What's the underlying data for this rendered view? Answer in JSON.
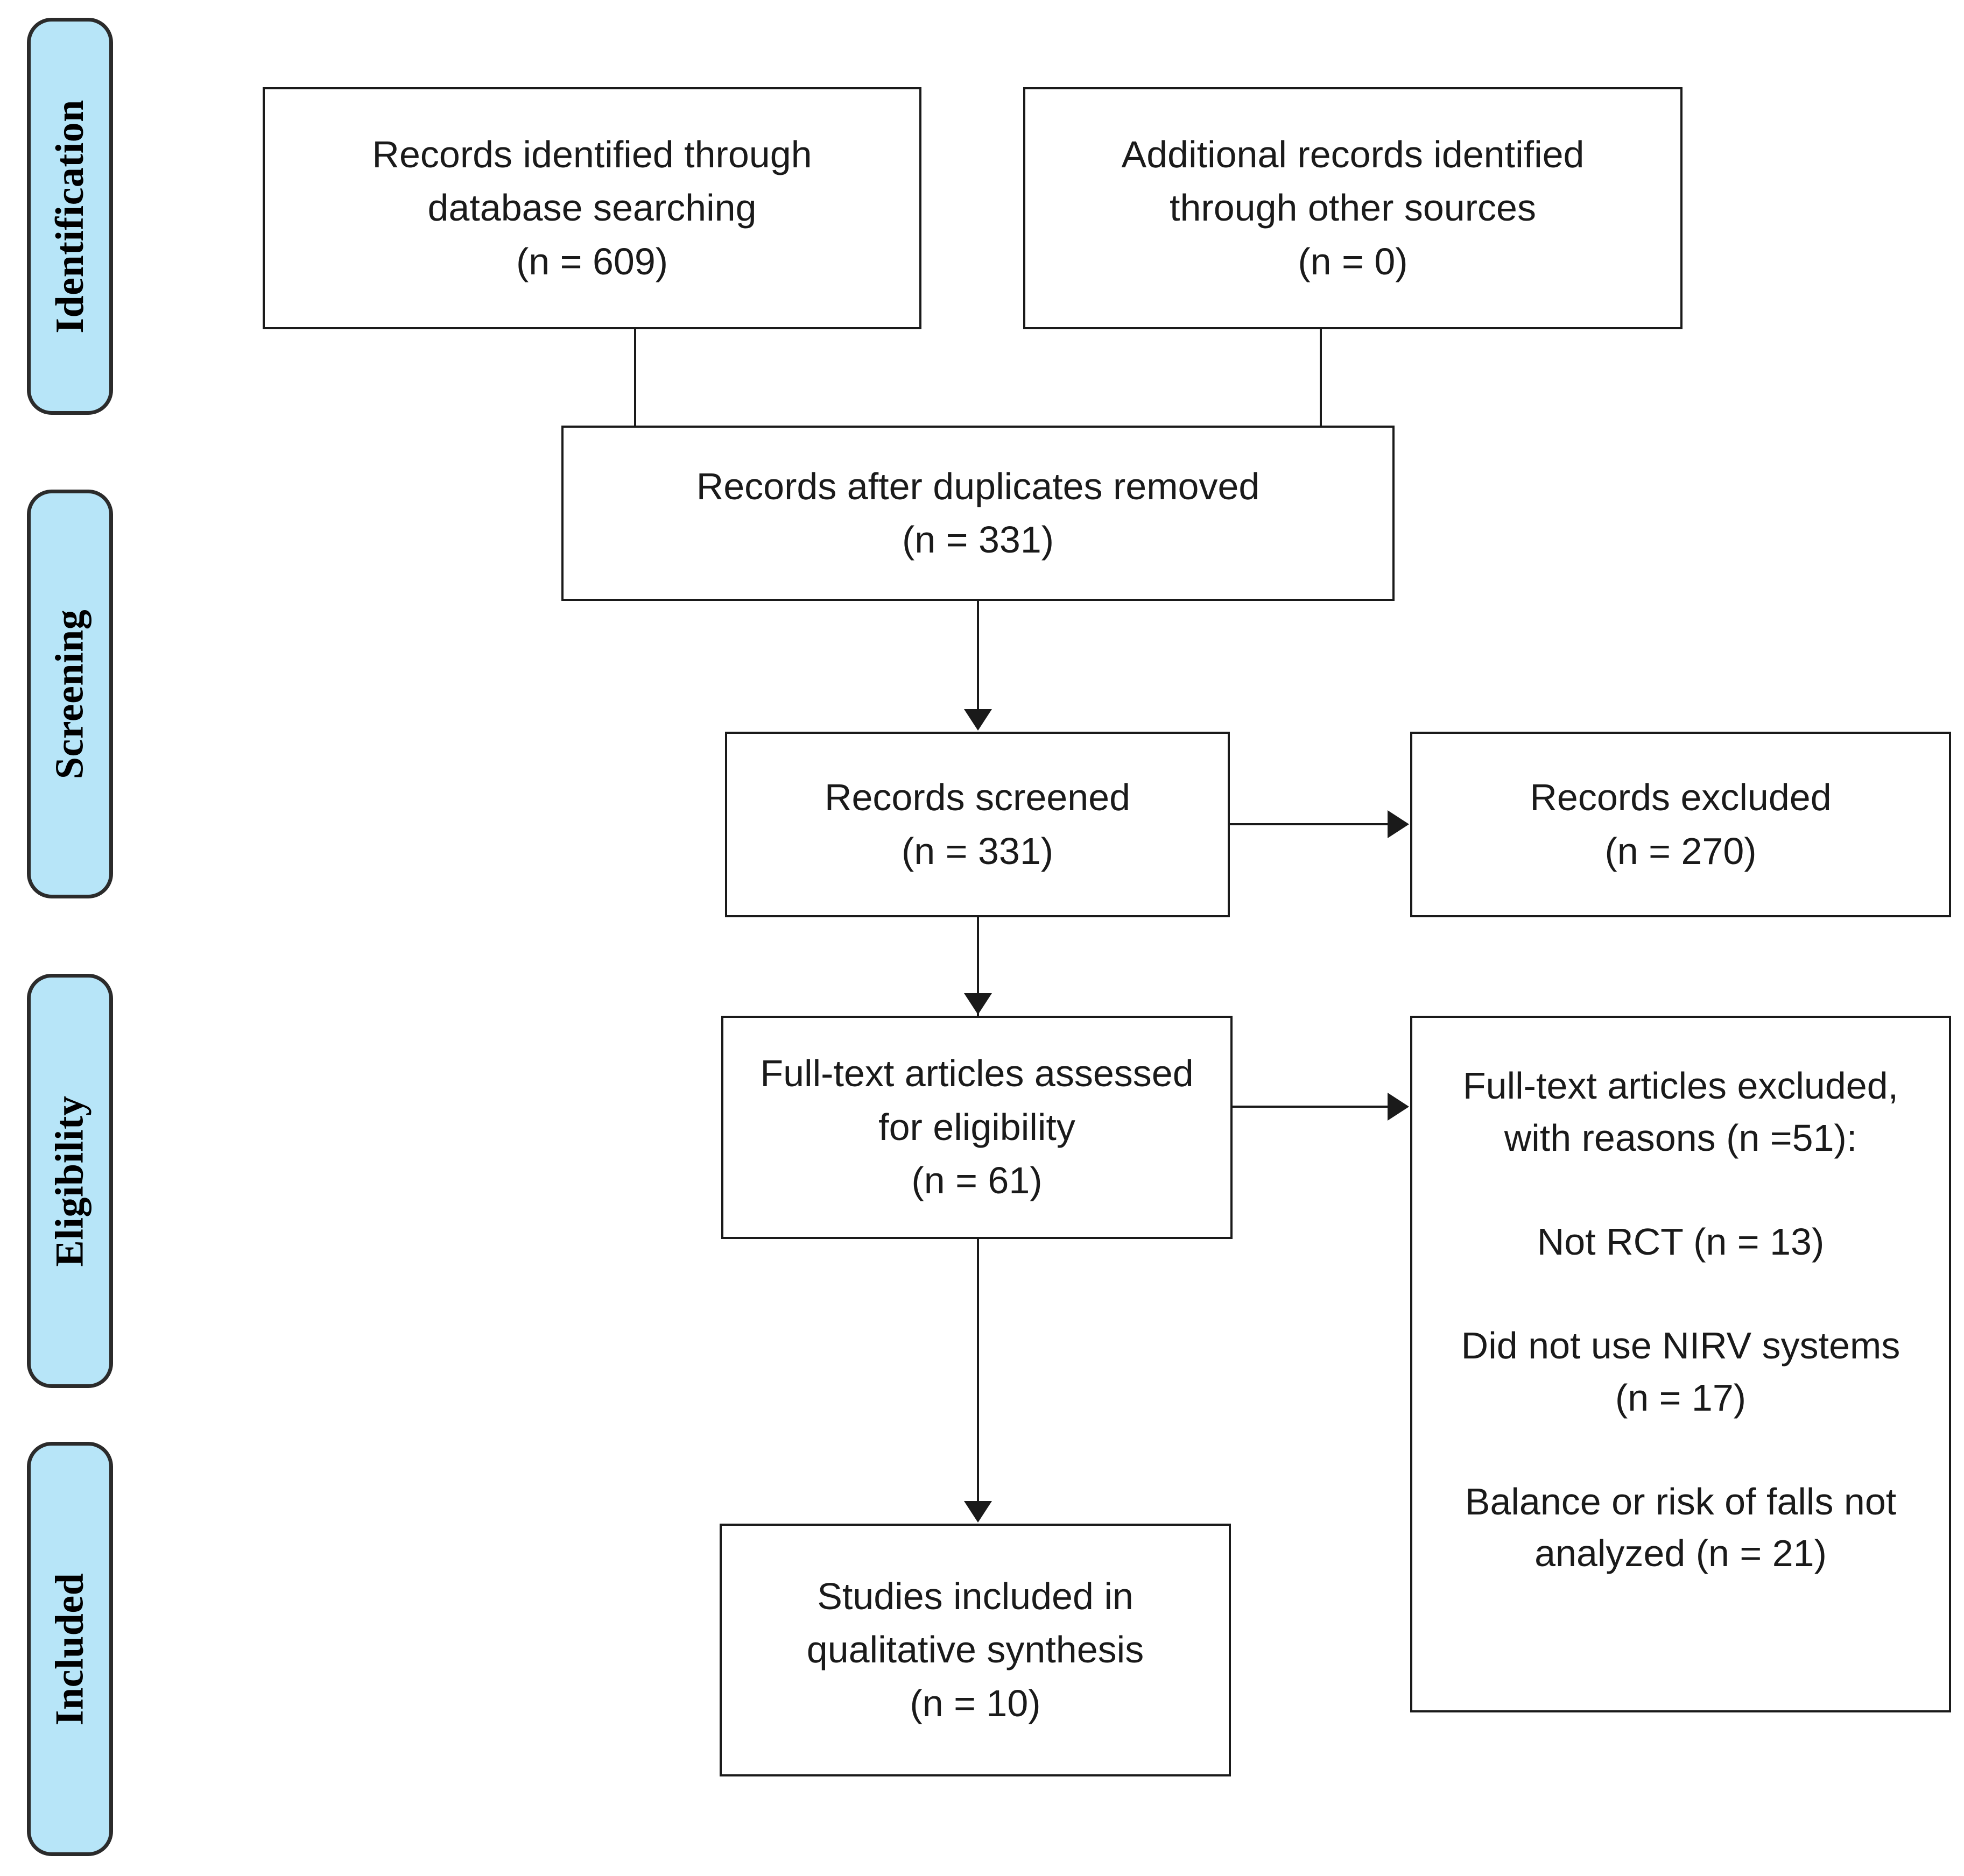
{
  "diagram": {
    "title": "PRISMA flow diagram",
    "accent_color": "#b7e5f8",
    "border_color": "#1a1a1a",
    "background_color": "#ffffff"
  },
  "stages": [
    {
      "id": "identification",
      "label": "Identification"
    },
    {
      "id": "screening",
      "label": "Screening"
    },
    {
      "id": "eligibility",
      "label": "Eligibility"
    },
    {
      "id": "included",
      "label": "Included"
    }
  ],
  "boxes": {
    "records_database": {
      "id": "records-identified-database",
      "text": "Records identified through\ndatabase searching\n(n = 609)",
      "count": 609
    },
    "records_other": {
      "id": "additional-records-other-sources",
      "text": "Additional records identified\nthrough other sources\n(n = 0)",
      "count": 0
    },
    "after_duplicates": {
      "id": "records-after-duplicates-removed",
      "text": "Records after duplicates removed\n(n = 331)",
      "count": 331
    },
    "records_screened": {
      "id": "records-screened",
      "text": "Records screened\n(n = 331)",
      "count": 331
    },
    "records_excluded": {
      "id": "records-excluded",
      "text": "Records excluded\n(n = 270)",
      "count": 270
    },
    "fulltext_assessed": {
      "id": "full-text-articles-assessed",
      "text": "Full-text articles assessed\nfor eligibility\n(n = 61)",
      "count": 61
    },
    "fulltext_excluded": {
      "id": "full-text-articles-excluded",
      "text": "Full-text articles excluded,\nwith reasons (n =51):\n\nNot RCT (n = 13)\n\nDid not use NIRV systems\n(n = 17)\n\nBalance or risk of falls not\nanalyzed (n = 21)",
      "count": 51,
      "reasons": [
        {
          "label": "Not RCT",
          "count": 13
        },
        {
          "label": "Did not use NIRV systems",
          "count": 17
        },
        {
          "label": "Balance or risk of falls not analyzed",
          "count": 21
        }
      ]
    },
    "studies_included": {
      "id": "studies-included-qualitative-synthesis",
      "text": "Studies included in\nqualitative synthesis\n(n = 10)",
      "count": 10
    }
  }
}
